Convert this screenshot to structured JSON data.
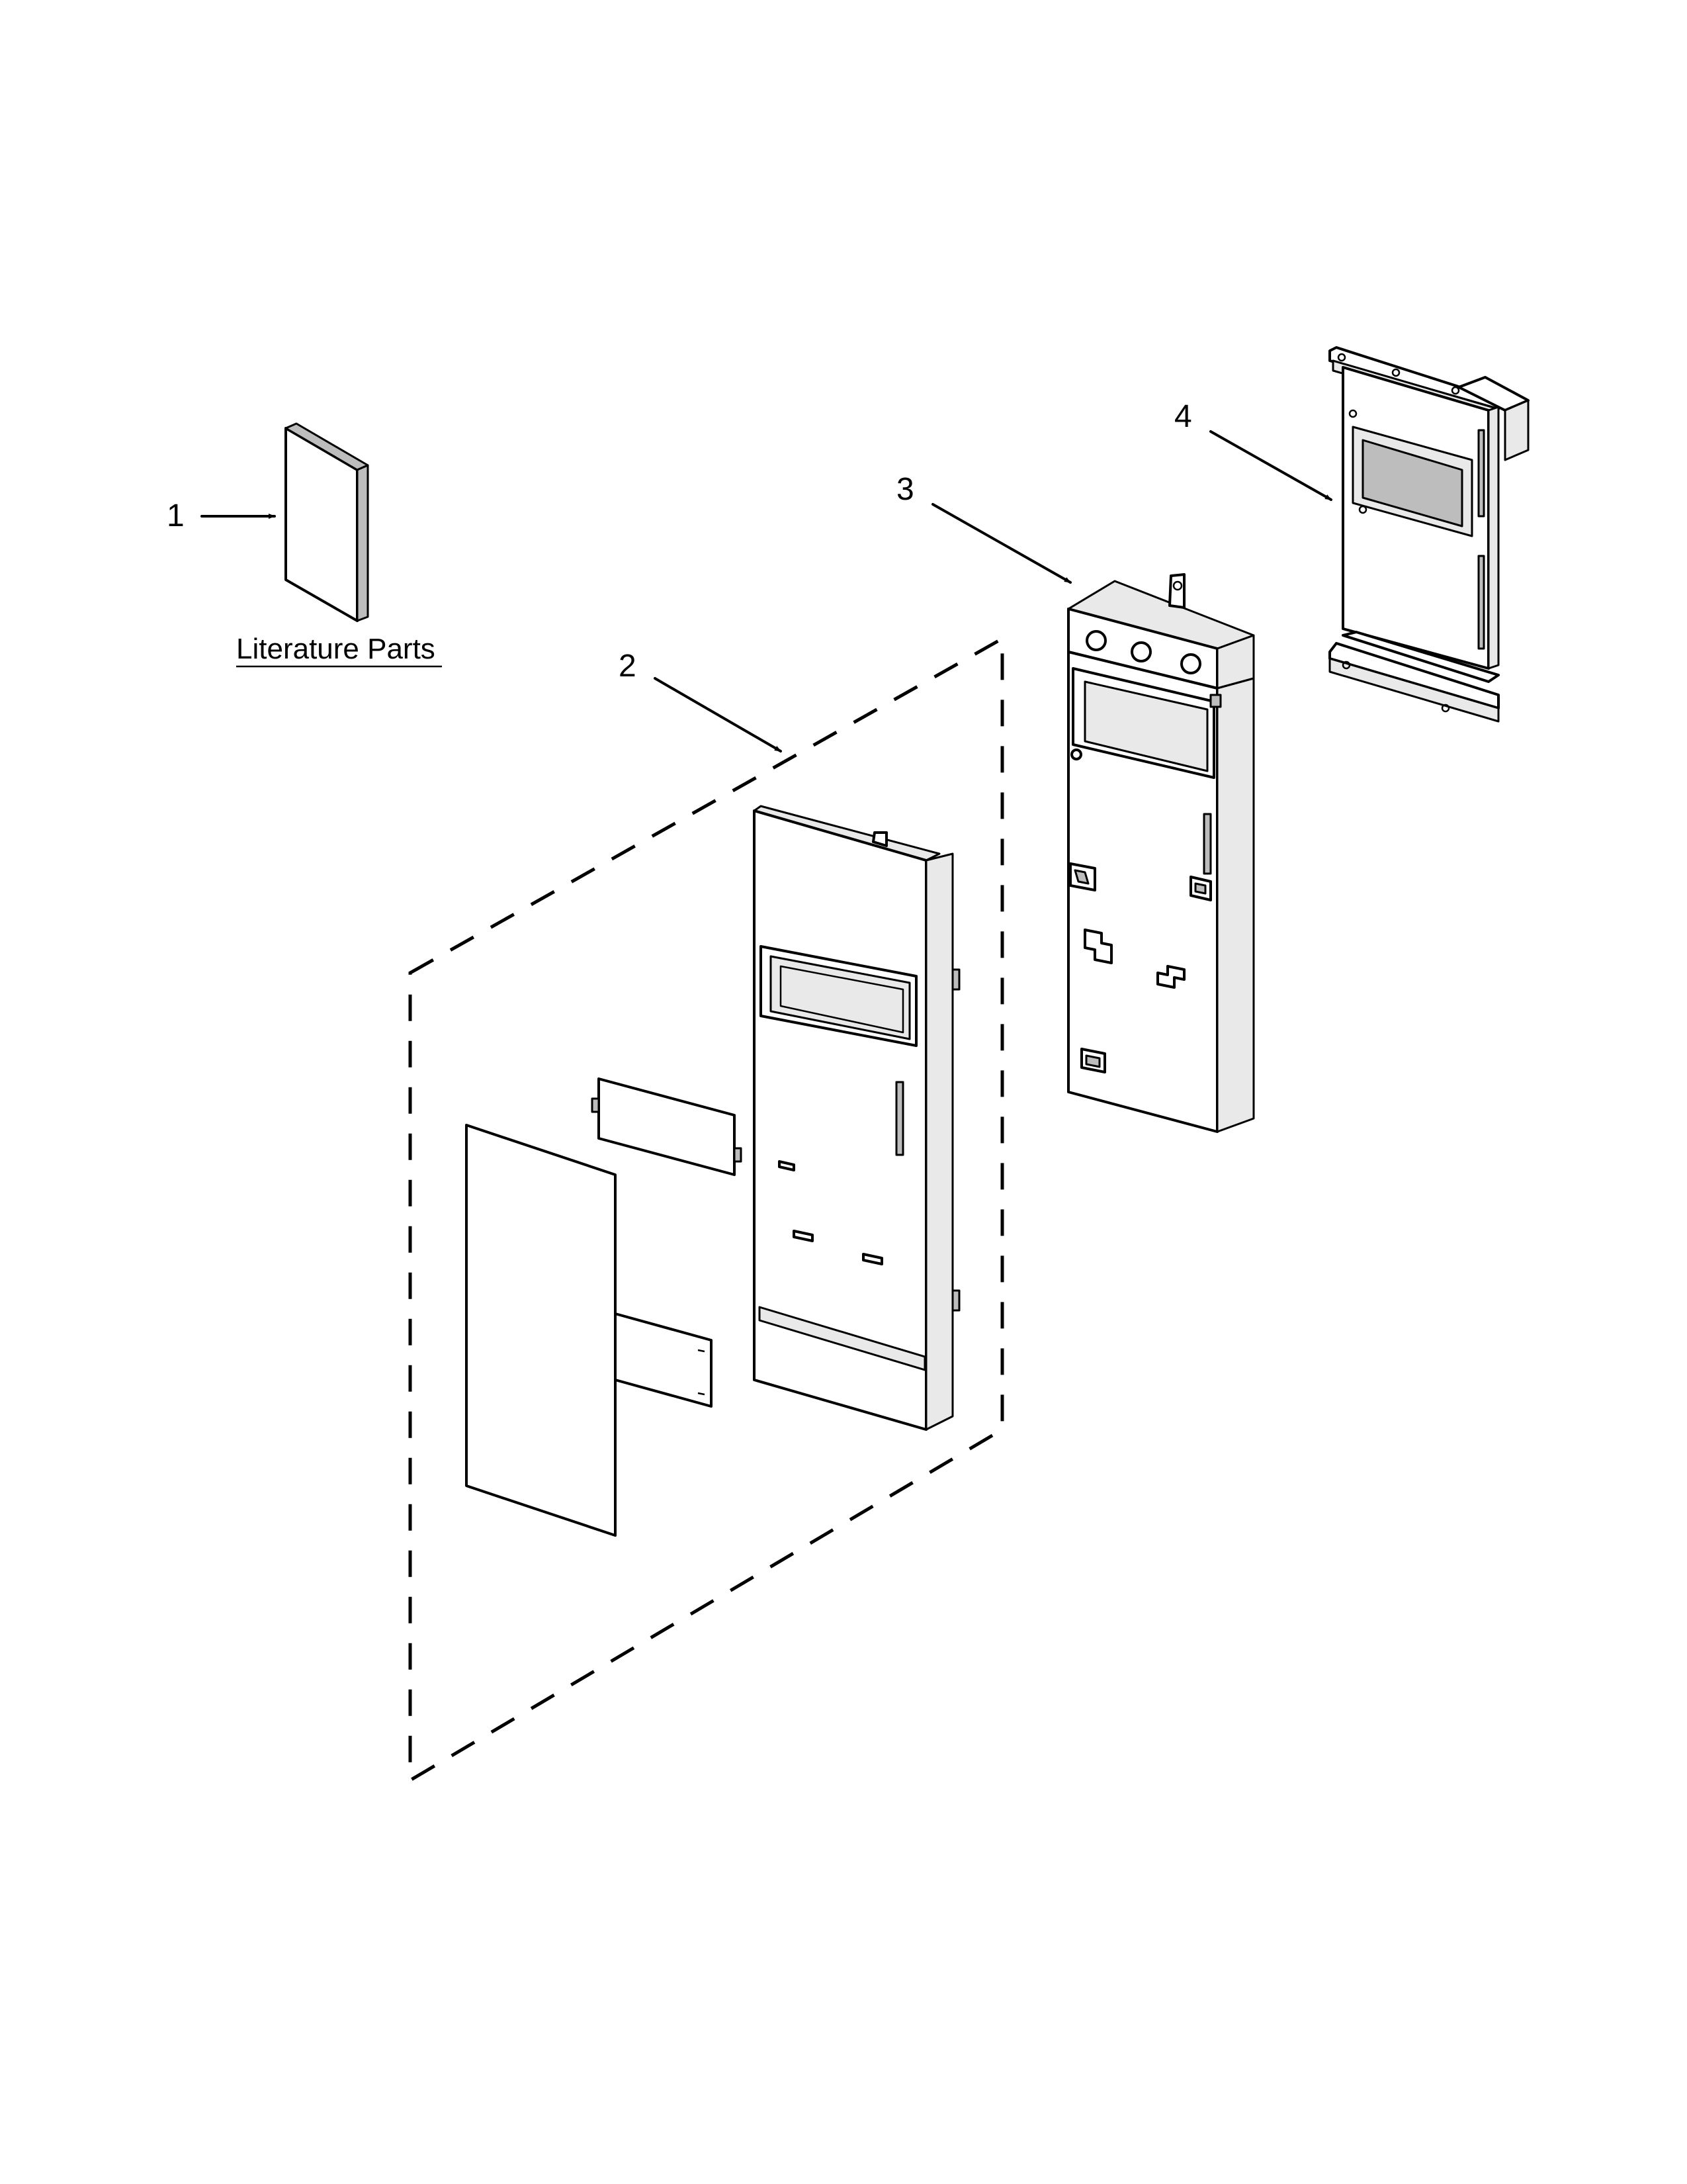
{
  "callouts": [
    {
      "id": "1",
      "label": "1"
    },
    {
      "id": "2",
      "label": "2"
    },
    {
      "id": "3",
      "label": "3"
    },
    {
      "id": "4",
      "label": "4"
    }
  ],
  "literature_label": "Literature Parts",
  "icons": {
    "literature": "booklet-icon",
    "control_panel_assembly": "panel-assembly-icon",
    "control_panel_housing": "panel-housing-icon",
    "control_board": "circuit-board-icon"
  }
}
